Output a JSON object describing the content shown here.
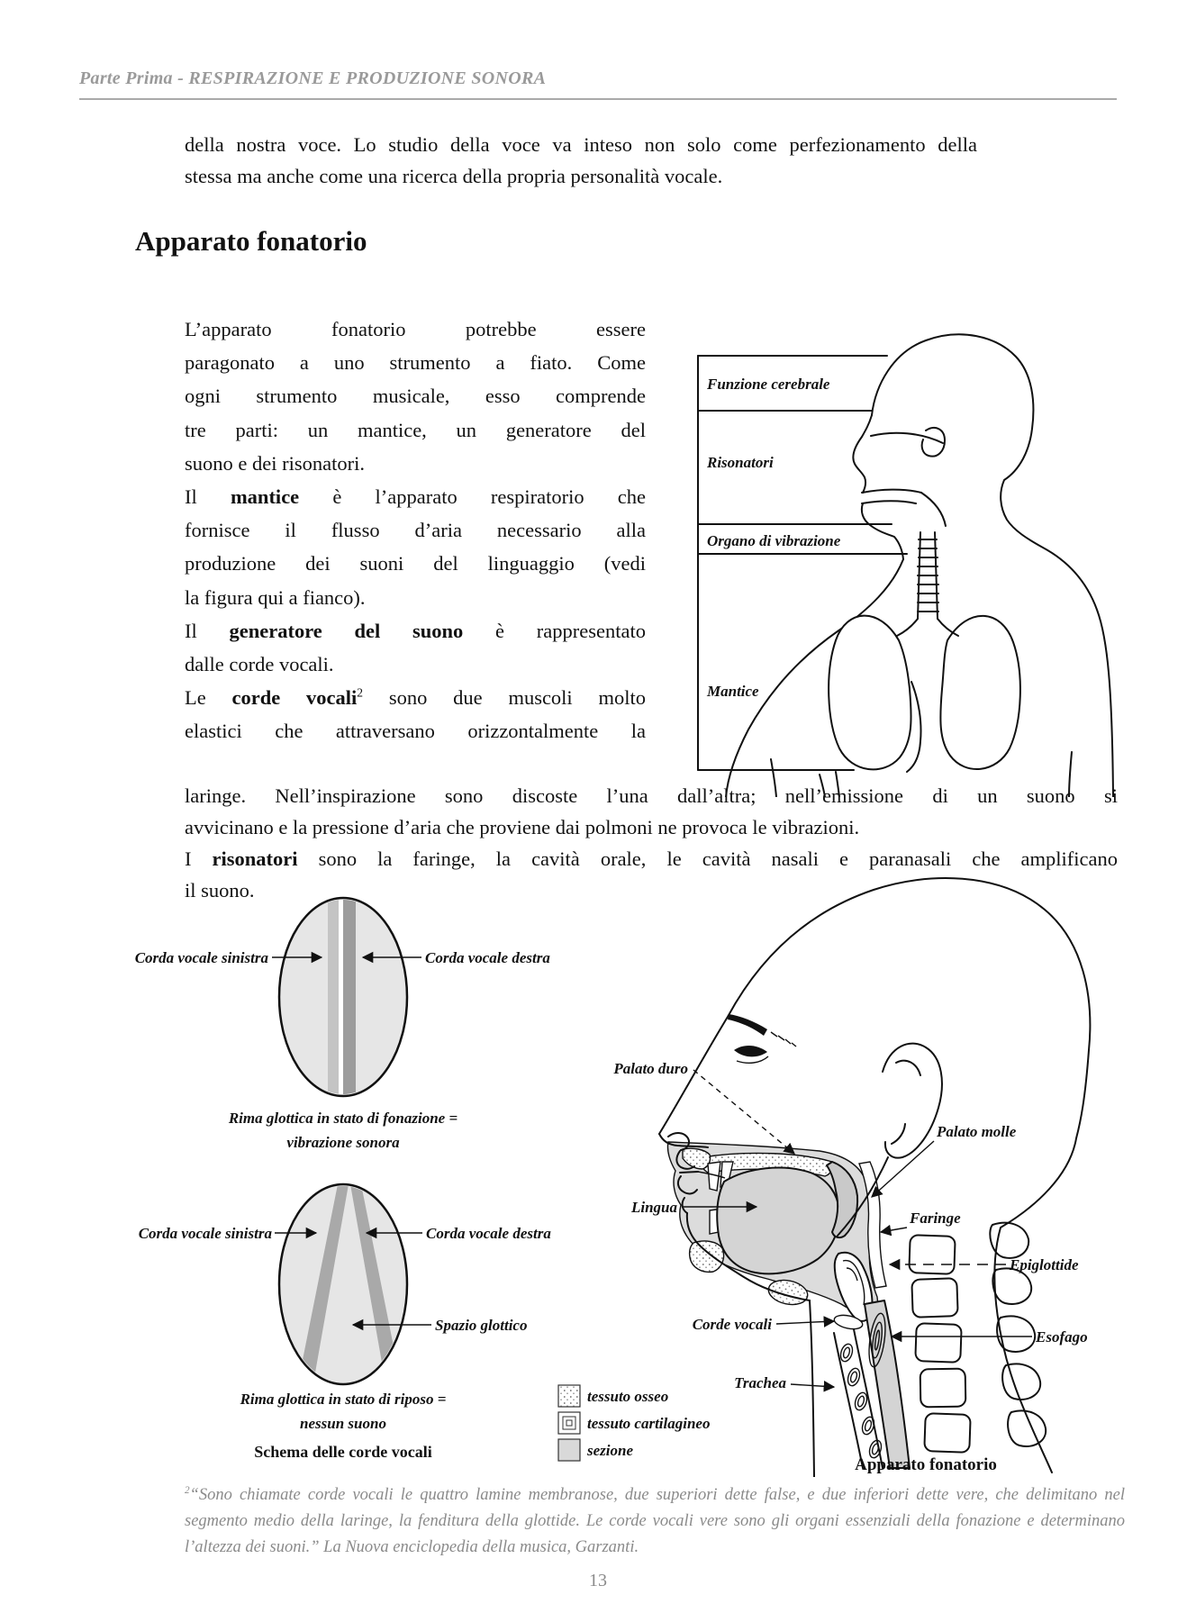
{
  "header": {
    "running_title": "Parte Prima - RESPIRAZIONE E PRODUZIONE SONORA"
  },
  "intro_lines": [
    {
      "j": true,
      "seg": [
        {
          "t": "della nostra voce. Lo studio della voce va inteso non solo come perfezionamento della"
        }
      ]
    },
    {
      "seg": [
        {
          "t": "stessa ma anche come una ricerca della propria personalità vocale."
        }
      ]
    }
  ],
  "section_title": "Apparato fonatorio",
  "column_lines": [
    {
      "j": true,
      "seg": [
        {
          "t": "L’apparato fonatorio potrebbe essere"
        }
      ]
    },
    {
      "j": true,
      "seg": [
        {
          "t": "paragonato a uno strumento a fiato. Come"
        }
      ]
    },
    {
      "j": true,
      "seg": [
        {
          "t": "ogni strumento musicale, esso comprende"
        }
      ]
    },
    {
      "j": true,
      "seg": [
        {
          "t": "tre parti: un mantice, un generatore del"
        }
      ]
    },
    {
      "seg": [
        {
          "t": "suono e dei risonatori."
        }
      ]
    },
    {
      "j": true,
      "seg": [
        {
          "t": "Il "
        },
        {
          "t": "mantice",
          "b": true
        },
        {
          "t": " è l’apparato respiratorio che"
        }
      ]
    },
    {
      "j": true,
      "seg": [
        {
          "t": "fornisce il flusso d’aria necessario alla"
        }
      ]
    },
    {
      "j": true,
      "seg": [
        {
          "t": "produzione dei suoni del linguaggio (vedi"
        }
      ]
    },
    {
      "seg": [
        {
          "t": "la figura qui a fianco)."
        }
      ]
    },
    {
      "j": true,
      "seg": [
        {
          "t": "Il "
        },
        {
          "t": "generatore del suono",
          "b": true
        },
        {
          "t": " è rappresentato"
        }
      ]
    },
    {
      "seg": [
        {
          "t": "dalle corde vocali."
        }
      ]
    },
    {
      "j": true,
      "seg": [
        {
          "t": "Le "
        },
        {
          "t": "corde vocali",
          "b": true
        },
        {
          "t": "2",
          "sup": true
        },
        {
          "t": " sono due muscoli molto"
        }
      ]
    },
    {
      "j": true,
      "seg": [
        {
          "t": "elastici che attraversano orizzontalmente la"
        }
      ]
    }
  ],
  "wide_lines": [
    {
      "j": true,
      "seg": [
        {
          "t": "laringe. Nell’inspirazione sono discoste l’una dall’altra; nell’emissione di un suono si"
        }
      ]
    },
    {
      "seg": [
        {
          "t": "avvicinano e la pressione d’aria che proviene dai polmoni ne provoca le vibrazioni."
        }
      ]
    },
    {
      "j": true,
      "seg": [
        {
          "t": "I "
        },
        {
          "t": "risonatori",
          "b": true
        },
        {
          "t": " sono la faringe, la cavità orale, le cavità nasali e paranasali che amplificano"
        }
      ]
    },
    {
      "seg": [
        {
          "t": "il suono."
        }
      ]
    }
  ],
  "figure_top": {
    "labels": [
      "Funzione cerebrale",
      "Risonatori",
      "Organo di vibrazione",
      "Mantice"
    ]
  },
  "figure_cords": {
    "phonation": {
      "left": "Corda vocale sinistra",
      "right": "Corda vocale destra",
      "caption1": "Rima glottica in stato di fonazione =",
      "caption2": "vibrazione sonora"
    },
    "rest": {
      "left": "Corda vocale sinistra",
      "right": "Corda vocale destra",
      "space": "Spazio glottico",
      "caption1": "Rima glottica in stato di riposo =",
      "caption2": "nessun suono"
    },
    "caption": "Schema delle corde vocali"
  },
  "figure_head": {
    "labels": {
      "palato_duro": "Palato duro",
      "palato_molle": "Palato molle",
      "lingua": "Lingua",
      "faringe": "Faringe",
      "epiglottide": "Epiglottide",
      "corde_vocali": "Corde vocali",
      "esofago": "Esofago",
      "trachea": "Trachea"
    },
    "legend": [
      "tessuto osseo",
      "tessuto cartilagineo",
      "sezione"
    ],
    "caption": "Apparato fonatorio"
  },
  "footnote_lines": [
    {
      "j": true,
      "seg": [
        {
          "t": "2",
          "sup": true
        },
        {
          "t": "“Sono chiamate corde vocali le quattro lamine membranose, due superiori dette false, e due inferiori dette vere, che delimitano nel"
        }
      ]
    },
    {
      "j": true,
      "seg": [
        {
          "t": "segmento medio della laringe, la fenditura della glottide. Le corde vocali vere sono gli organi essenziali della fonazione e determinano"
        }
      ]
    },
    {
      "seg": [
        {
          "t": "l’altezza dei suoni.” La Nuova enciclopedia della musica, Garzanti."
        }
      ]
    }
  ],
  "page_number": "13",
  "colors": {
    "text": "#111111",
    "muted_gray": "#8a8a8a",
    "section_fill": "#dcdcdc",
    "band_gray": "#a9a9a9",
    "stripe_light": "#c4c4c4",
    "stripe_dark": "#9c9c9c"
  }
}
